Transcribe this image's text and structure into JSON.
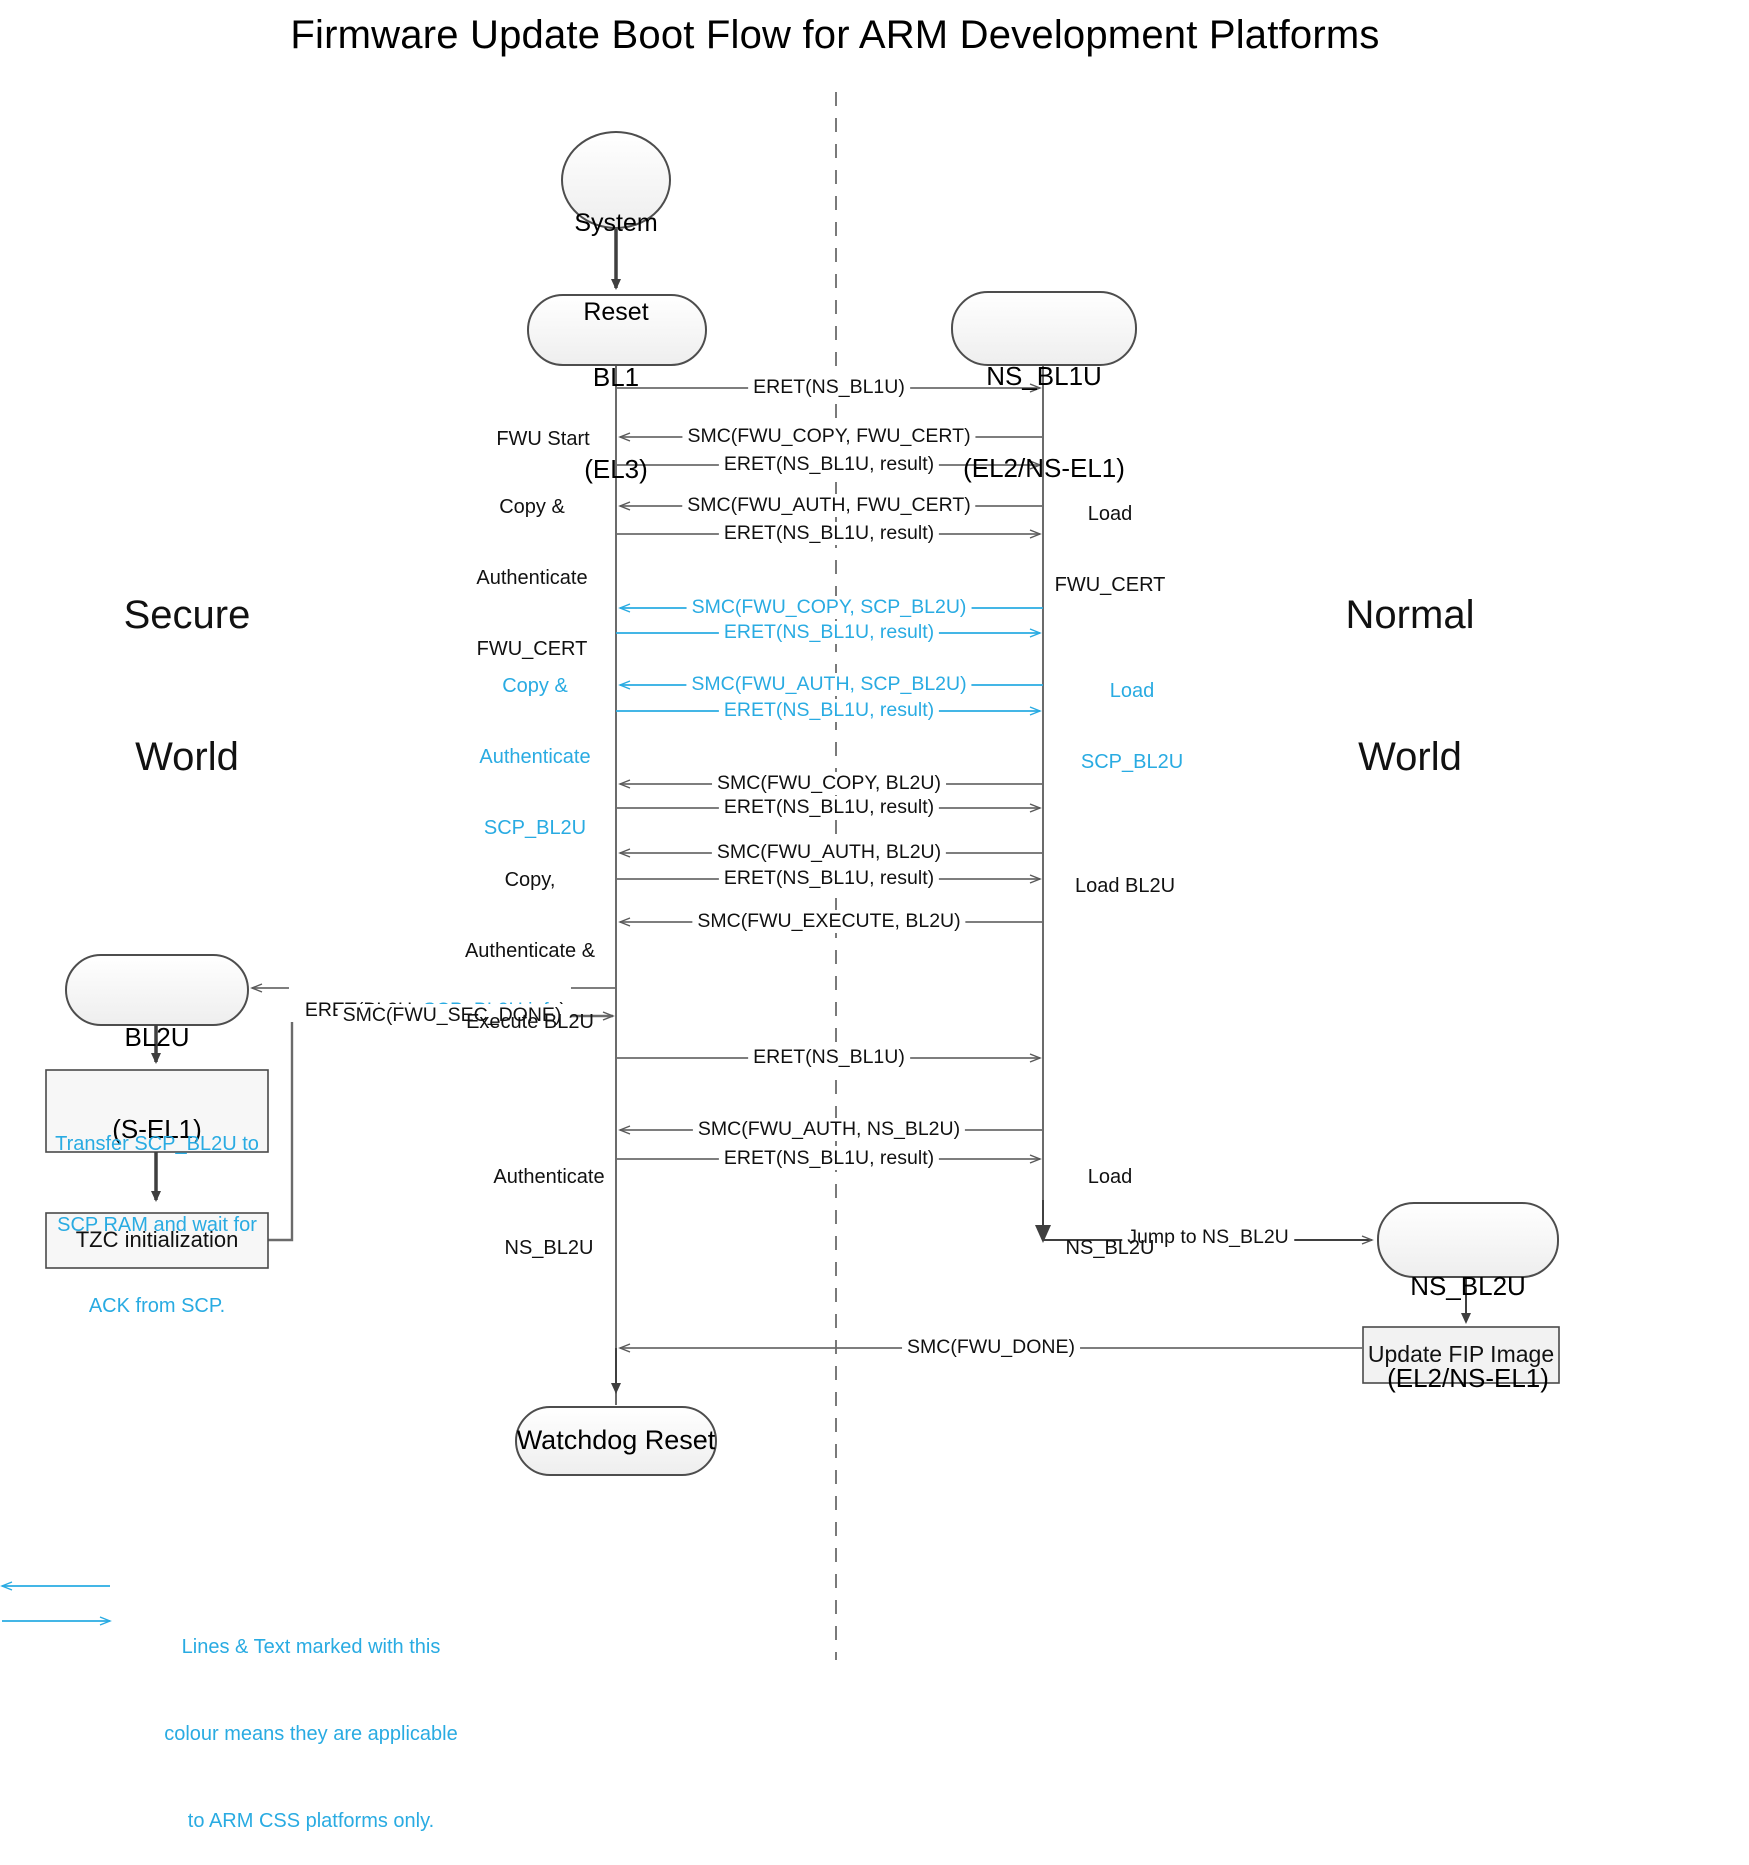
{
  "title": "Firmware Update Boot Flow for ARM Development Platforms",
  "colors": {
    "css_accent": "#29ABE2",
    "line": "#595959",
    "node_fill": "#f5f5f5",
    "node_stroke": "#4d4d4d",
    "text": "#111111"
  },
  "worlds": {
    "secure": "Secure\nWorld",
    "secure_line1": "Secure",
    "secure_line2": "World",
    "normal_line1": "Normal",
    "normal_line2": "World"
  },
  "nodes": {
    "system_reset": {
      "line1": "System",
      "line2": "Reset",
      "shape": "ellipse"
    },
    "bl1": {
      "line1": "BL1",
      "line2": "(EL3)",
      "shape": "rounded"
    },
    "ns_bl1u": {
      "line1": "NS_BL1U",
      "line2": "(EL2/NS-EL1)",
      "shape": "rounded"
    },
    "bl2u": {
      "line1": "BL2U",
      "line2": "(S-EL1)",
      "shape": "rounded"
    },
    "ns_bl2u": {
      "line1": "NS_BL2U",
      "line2": "(EL2/NS-EL1)",
      "shape": "rounded"
    },
    "watchdog_reset": {
      "line1": "Watchdog Reset",
      "shape": "rounded"
    },
    "transfer_scp": {
      "text": "Transfer SCP_BL2U to\nSCP RAM and wait for\nACK from SCP.",
      "line1": "Transfer SCP_BL2U to",
      "line2": "SCP RAM and wait for",
      "line3": "ACK from SCP.",
      "shape": "rect",
      "css_only": true
    },
    "tzc_init": {
      "line1": "TZC initialization",
      "shape": "rect"
    },
    "update_fip": {
      "line1": "Update FIP Image",
      "shape": "rect"
    }
  },
  "messages": [
    {
      "id": "m1",
      "label": "ERET(NS_BL1U)",
      "dir": "right",
      "css_only": false
    },
    {
      "id": "m2",
      "label": "SMC(FWU_COPY, FWU_CERT)",
      "dir": "left",
      "css_only": false
    },
    {
      "id": "m3",
      "label": "ERET(NS_BL1U, result)",
      "dir": "right",
      "css_only": false
    },
    {
      "id": "m4",
      "label": "SMC(FWU_AUTH, FWU_CERT)",
      "dir": "left",
      "css_only": false
    },
    {
      "id": "m5",
      "label": "ERET(NS_BL1U, result)",
      "dir": "right",
      "css_only": false
    },
    {
      "id": "m6",
      "label": "SMC(FWU_COPY, SCP_BL2U)",
      "dir": "left",
      "css_only": true
    },
    {
      "id": "m7",
      "label": "ERET(NS_BL1U, result)",
      "dir": "right",
      "css_only": true
    },
    {
      "id": "m8",
      "label": "SMC(FWU_AUTH, SCP_BL2U)",
      "dir": "left",
      "css_only": true
    },
    {
      "id": "m9",
      "label": "ERET(NS_BL1U, result)",
      "dir": "right",
      "css_only": true
    },
    {
      "id": "m10",
      "label": "SMC(FWU_COPY, BL2U)",
      "dir": "left",
      "css_only": false
    },
    {
      "id": "m11",
      "label": "ERET(NS_BL1U, result)",
      "dir": "right",
      "css_only": false
    },
    {
      "id": "m12",
      "label": "SMC(FWU_AUTH, BL2U)",
      "dir": "left",
      "css_only": false
    },
    {
      "id": "m13",
      "label": "ERET(NS_BL1U, result)",
      "dir": "right",
      "css_only": false
    },
    {
      "id": "m14",
      "label": "SMC(FWU_EXECUTE, BL2U)",
      "dir": "left",
      "css_only": false
    },
    {
      "id": "m15",
      "label": "ERET(BL2U, SCP_BL2U info)",
      "label_plain_pre": "ERET(BL2U, ",
      "label_css": "SCP_BL2U info",
      "label_plain_post": ")",
      "dir": "left",
      "css_only": false
    },
    {
      "id": "m16",
      "label": "SMC(FWU_SEC_DONE)",
      "dir": "right",
      "css_only": false
    },
    {
      "id": "m17",
      "label": "ERET(NS_BL1U)",
      "dir": "right",
      "css_only": false
    },
    {
      "id": "m18",
      "label": "SMC(FWU_AUTH, NS_BL2U)",
      "dir": "left",
      "css_only": false
    },
    {
      "id": "m19",
      "label": "ERET(NS_BL1U, result)",
      "dir": "right",
      "css_only": false
    },
    {
      "id": "m20",
      "label": "Jump to NS_BL2U",
      "dir": "right",
      "css_only": false
    },
    {
      "id": "m21",
      "label": "SMC(FWU_DONE)",
      "dir": "left",
      "css_only": false
    }
  ],
  "side_labels": {
    "left": [
      {
        "id": "s1",
        "lines": [
          "FWU Start"
        ],
        "css_only": false
      },
      {
        "id": "s2",
        "lines": [
          "Copy &",
          "Authenticate",
          "FWU_CERT"
        ],
        "css_only": false
      },
      {
        "id": "s3",
        "lines": [
          "Copy &",
          "Authenticate",
          "SCP_BL2U"
        ],
        "css_only": true
      },
      {
        "id": "s4",
        "lines": [
          "Copy,",
          "Authenticate &",
          "Execute BL2U"
        ],
        "css_only": false
      },
      {
        "id": "s5",
        "lines": [
          "Authenticate",
          "NS_BL2U"
        ],
        "css_only": false
      }
    ],
    "right": [
      {
        "id": "r1",
        "lines": [
          "Load",
          "FWU_CERT"
        ],
        "css_only": false
      },
      {
        "id": "r2",
        "lines": [
          "Load",
          "SCP_BL2U"
        ],
        "css_only": true
      },
      {
        "id": "r3",
        "lines": [
          "Load BL2U"
        ],
        "css_only": false
      },
      {
        "id": "r4",
        "lines": [
          "Load",
          "NS_BL2U"
        ],
        "css_only": false
      }
    ]
  },
  "legend": {
    "line1": "Lines & Text marked with this",
    "line2": "colour means they are applicable",
    "line3": "to ARM CSS platforms only."
  }
}
